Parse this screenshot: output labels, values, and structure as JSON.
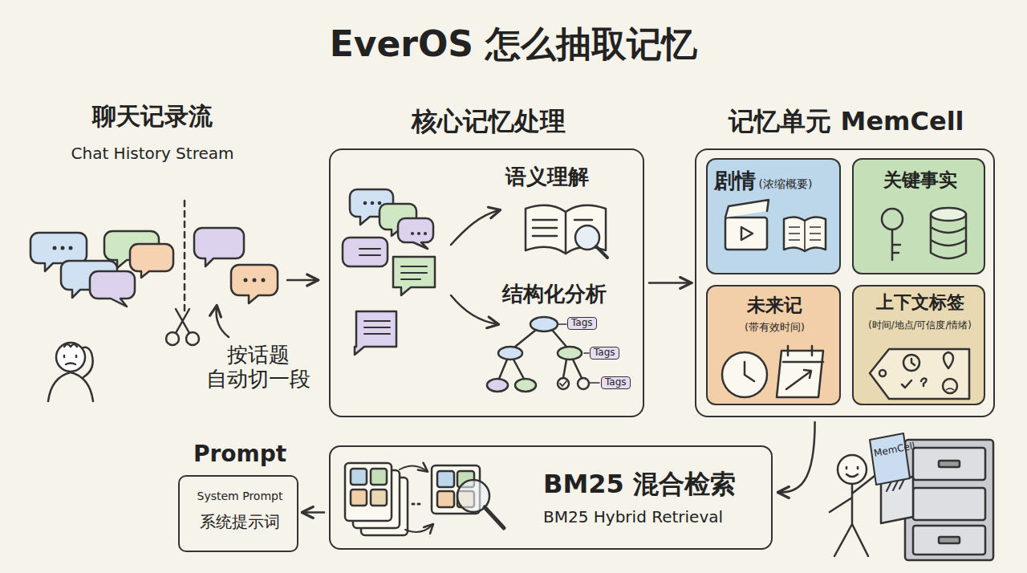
{
  "diagram": {
    "title": "EverOS 怎么抽取记忆",
    "nodes": [
      {
        "text": [
          "核心记忆处理"
        ]
      },
      {
        "text": [
          "记忆单元 MemCell"
        ]
      },
      {
        "text": [
          "剧情",
          "(浓缩概要)"
        ],
        "in": 1
      },
      {
        "text": [
          "关键事实"
        ],
        "in": 1
      },
      {
        "text": [
          "未来记",
          "(带有效时间)"
        ],
        "in": 1
      },
      {
        "text": [
          "上下文标签",
          "(时间/地点/可信度/情绪)"
        ],
        "in": 1
      },
      {
        "text": [
          "BM25 混合检索",
          "BM25 Hybrid Retrieval"
        ]
      },
      {
        "text": [
          "Prompt",
          "System Prompt",
          "系统提示词"
        ]
      }
    ],
    "edges": [
      {
        "from": 0,
        "to": 1,
        "arrow": "to"
      },
      {
        "from": 1,
        "to": 6,
        "arrow": "to"
      },
      {
        "from": 6,
        "to": 7,
        "arrow": "to"
      }
    ],
    "labels": [
      "聊天记录流",
      "Chat History Stream",
      "按话题 自动切一段",
      "语义理解",
      "结构化分析",
      "Tags",
      "Tags",
      "Tags",
      "MemCell"
    ]
  }
}
